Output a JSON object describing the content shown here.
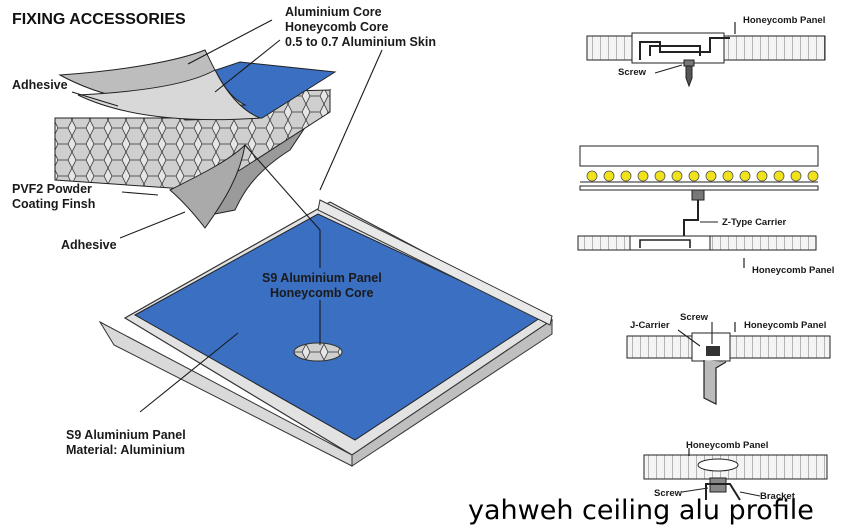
{
  "title": "FIXING ACCESSORIES",
  "left_diagram": {
    "layers": [
      "Aluminium Core",
      "Honeycomb Core",
      "0.5 to 0.7 Aluminium Skin"
    ],
    "adhesive_top": "Adhesive",
    "coating_line1": "PVF2 Powder",
    "coating_line2": "Coating Finsh",
    "adhesive_bottom": "Adhesive",
    "panel_center_line1": "S9 Aluminium Panel",
    "panel_center_line2": "Honeycomb Core",
    "panel_bottom_line1": "S9 Aluminium Panel",
    "panel_bottom_line2": "Material: Aluminium"
  },
  "detail_1": {
    "honeycomb_panel": "Honeycomb Panel",
    "screw": "Screw"
  },
  "detail_2": {
    "carrier": "Z-Type Carrier",
    "honeycomb_panel": "Honeycomb Panel"
  },
  "detail_3": {
    "j_carrier": "J-Carrier",
    "screw": "Screw",
    "honeycomb_panel": "Honeycomb Panel"
  },
  "detail_4": {
    "honeycomb_panel": "Honeycomb Panel",
    "screw": "Screw",
    "bracket": "Bracket"
  },
  "watermark": "yahweh ceiling alu profile",
  "colors": {
    "panel_blue": "#3a6fc2",
    "panel_edge": "#d9d9d9",
    "screw_dot": "#f2e21b",
    "line": "#1a1a1a"
  }
}
